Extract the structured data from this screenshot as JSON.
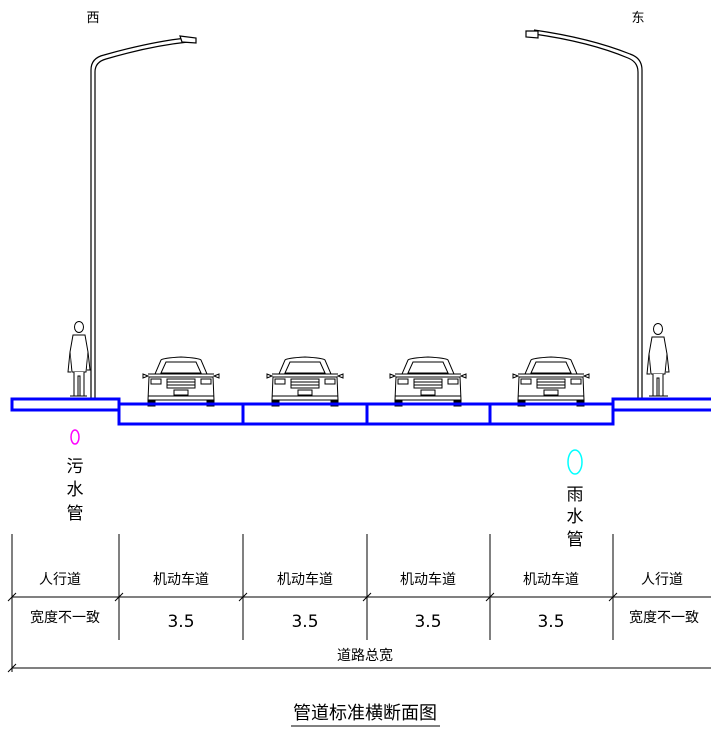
{
  "directions": {
    "west": "西",
    "east": "东"
  },
  "pipes": {
    "sewage": {
      "label": [
        "污",
        "水",
        "管"
      ],
      "color": "#ff00ff"
    },
    "storm": {
      "label": [
        "雨",
        "水",
        "管"
      ],
      "color": "#00ffff"
    }
  },
  "colors": {
    "road_outline": "#0000ff"
  },
  "table": {
    "names": [
      "人行道",
      "机动车道",
      "机动车道",
      "机动车道",
      "机动车道",
      "人行道"
    ],
    "widths": [
      "宽度不一致",
      "3.5",
      "3.5",
      "3.5",
      "3.5",
      "宽度不一致"
    ],
    "total": "道路总宽"
  },
  "title": "管道标准横断面图"
}
